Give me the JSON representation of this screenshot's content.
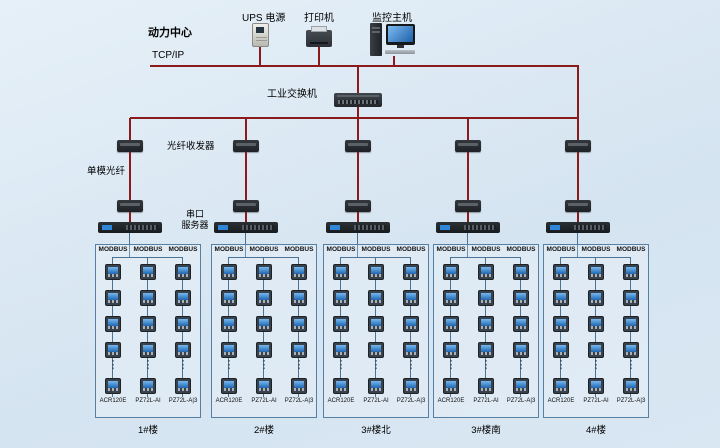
{
  "header": {
    "section_title": "动力中心",
    "ups_label": "UPS 电源",
    "printer_label": "打印机",
    "host_label": "监控主机",
    "tcpip_label": "TCP/IP",
    "switch_label": "工业交换机"
  },
  "labels": {
    "fiber_transceiver": "光纤收发器",
    "single_mode_fiber": "单模光纤",
    "serial_server_line1": "串口",
    "serial_server_line2": "服务器",
    "continuation": "⋮"
  },
  "colors": {
    "background": "#d9e6f2",
    "backbone_line": "#8b1a1a",
    "bus_line": "#4b7396",
    "box_border": "#5580a4",
    "meter_screen": "#2f86d8"
  },
  "groups": [
    {
      "name": "1#楼",
      "columns": [
        {
          "bus": "MODBUS",
          "model": "ACR120E"
        },
        {
          "bus": "MODBUS",
          "model": "PZ72L-AI"
        },
        {
          "bus": "MODBUS",
          "model": "PZ72L-A|3"
        }
      ]
    },
    {
      "name": "2#楼",
      "columns": [
        {
          "bus": "MODBUS",
          "model": "ACR120E"
        },
        {
          "bus": "MODBUS",
          "model": "PZ72L-AI"
        },
        {
          "bus": "MODBUS",
          "model": "PZ72L-A|3"
        }
      ]
    },
    {
      "name": "3#楼北",
      "columns": [
        {
          "bus": "MODBUS",
          "model": "ACR120E"
        },
        {
          "bus": "MODBUS",
          "model": "PZ72L-AI"
        },
        {
          "bus": "MODBUS",
          "model": "PZ72L-A|3"
        }
      ]
    },
    {
      "name": "3#楼南",
      "columns": [
        {
          "bus": "MODBUS",
          "model": "ACR120E"
        },
        {
          "bus": "MODBUS",
          "model": "PZ72L-AI"
        },
        {
          "bus": "MODBUS",
          "model": "PZ72L-A|3"
        }
      ]
    },
    {
      "name": "4#楼",
      "columns": [
        {
          "bus": "MODBUS",
          "model": "ACR120E"
        },
        {
          "bus": "MODBUS",
          "model": "PZ72L-AI"
        },
        {
          "bus": "MODBUS",
          "model": "PZ72L-A|3"
        }
      ]
    }
  ]
}
